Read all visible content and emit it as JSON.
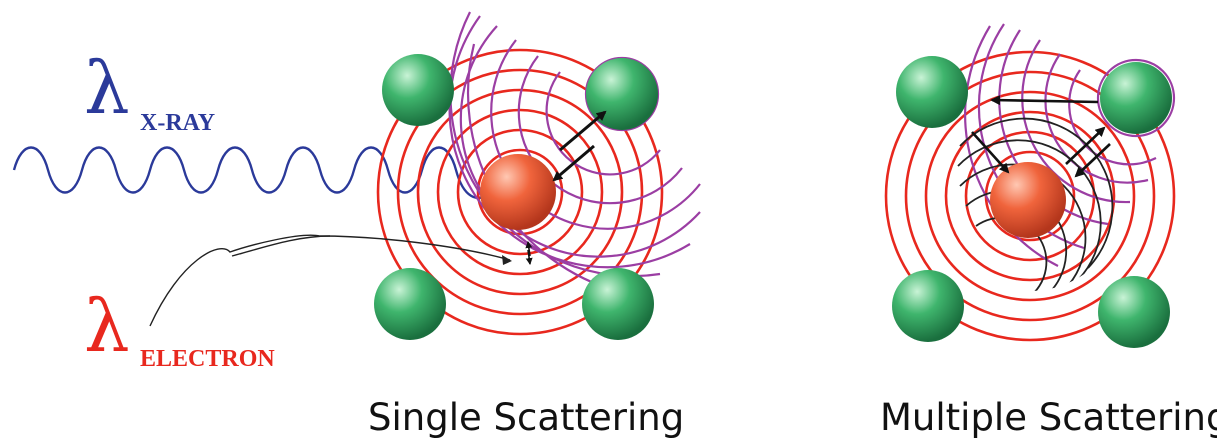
{
  "labels": {
    "lambda_symbol": "λ",
    "xray_subscript": "X-RAY",
    "electron_subscript": "ELECTRON"
  },
  "captions": {
    "single": "Single Scattering",
    "multiple": "Multiple Scattering"
  },
  "colors": {
    "xray": "#2b3a9a",
    "electron": "#e8281e",
    "ring_red": "#e8281e",
    "ring_purple": "#9b3ea3",
    "atom_green": "#2e9e5b",
    "atom_center": "#e8502e",
    "arrow": "#111111"
  }
}
